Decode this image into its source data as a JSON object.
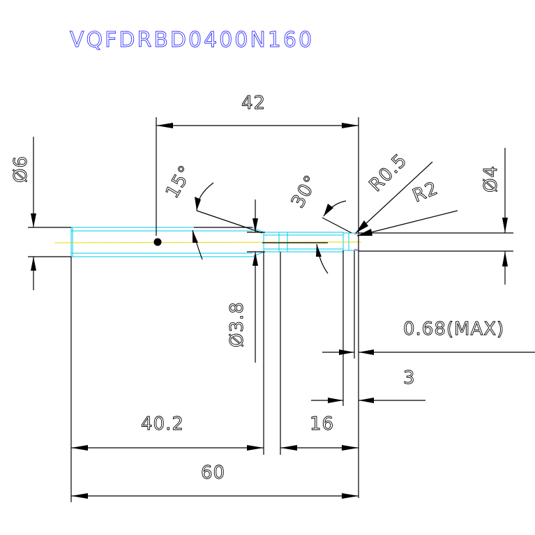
{
  "drawing": {
    "title": "VQFDRBD0400N160",
    "colors": {
      "title": "#3333ff",
      "outline": "#00c8e8",
      "centerline": "#e8d800",
      "dimension": "#000000"
    }
  },
  "dimensions": {
    "shank_diameter": "Ø6",
    "neck_diameter": "Ø3.8",
    "tip_diameter": "Ø4",
    "overall_length": "60",
    "shank_length": "40.2",
    "neck_to_tip": "42",
    "flute_length": "16",
    "tip_length": "3",
    "max_offset": "0.68(MAX)",
    "taper_angle": "15°",
    "tip_angle": "30°",
    "corner_radius": "R0.5",
    "profile_radius": "R2"
  }
}
